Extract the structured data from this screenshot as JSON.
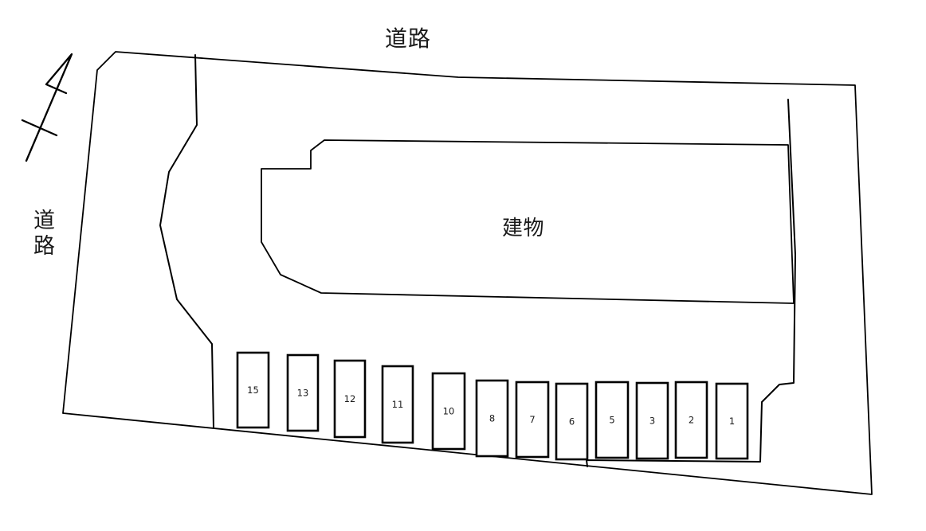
{
  "page": {
    "background": "#ffffff"
  },
  "labels": {
    "road_top": "道路",
    "road_left": "道路",
    "building": "建物"
  },
  "icons": {
    "north_arrow": "north-arrow-icon"
  },
  "colors": {
    "line": "#000000",
    "text": "#1a1a1a",
    "space_fill": "#ffffff"
  },
  "parking": {
    "spaces": [
      {
        "label": "15"
      },
      {
        "label": "13"
      },
      {
        "label": "12"
      },
      {
        "label": "11"
      },
      {
        "label": "10"
      },
      {
        "label": "8"
      },
      {
        "label": "7"
      },
      {
        "label": "6"
      },
      {
        "label": "5"
      },
      {
        "label": "3"
      },
      {
        "label": "2"
      },
      {
        "label": "1"
      }
    ]
  }
}
